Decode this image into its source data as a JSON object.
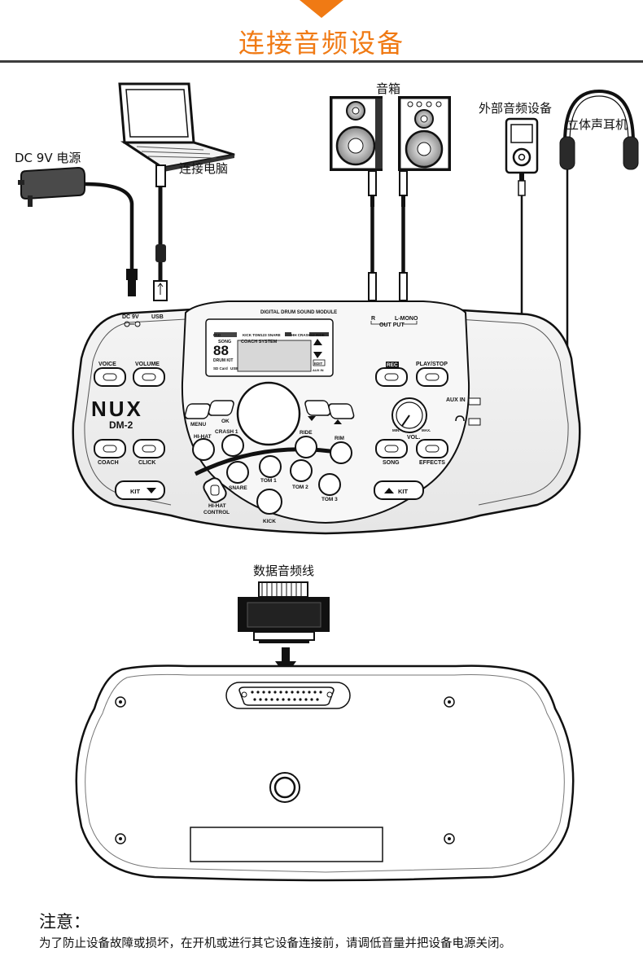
{
  "title": "连接音频设备",
  "labels": {
    "speakers": "音箱",
    "external_audio": "外部音频设备",
    "headphones": "立体声耳机",
    "power": "DC 9V 电源",
    "computer": "连接电脑",
    "data_cable": "数据音频线"
  },
  "device": {
    "module_title": "DIGITAL DRUM SOUND MODULE",
    "brand": "NUX",
    "model": "DM-2",
    "port_dc": "DC 9V",
    "port_usb": "USB",
    "port_r": "R",
    "port_l": "L-MONO",
    "port_output": "OUT PUT",
    "port_aux": "AUX IN",
    "vol_label": "VOL.",
    "vol_min": "MIN.",
    "vol_max": "MAX.",
    "buttons": {
      "voice": "VOICE",
      "volume": "VOLUME",
      "coach": "COACH",
      "click": "CLICK",
      "kit_down": "KIT",
      "kit_up": "KIT",
      "menu": "MENU",
      "ok": "OK",
      "rec": "REC",
      "play_stop": "PLAY/STOP",
      "song": "SONG",
      "effects": "EFFECTS"
    },
    "pads": {
      "crash1": "CRASH 1",
      "hihat": "HI-HAT",
      "ride": "RIDE",
      "rim": "RIM",
      "snare": "SNARE",
      "tom1": "TOM 1",
      "tom2": "TOM 2",
      "tom3": "TOM 3",
      "kick": "KICK",
      "hihat_control_1": "HI-HAT",
      "hihat_control_2": "CONTROL"
    },
    "lcd": {
      "top_row": "PAD",
      "top_row_right": "KICK TOM123 SNARE",
      "top_row_right2": "HH CRASH12 RIDE",
      "digits": "88",
      "song": "SONG",
      "drum_kit": "DRUM KIT",
      "coach_system": "COACH SYSTEM",
      "sd_card": "SD Card",
      "usb": "USB",
      "edit": "EDIT",
      "aux_in": "AUX IN"
    }
  },
  "note": {
    "title": "注意：",
    "text": "为了防止设备故障或损坏，在开机或进行其它设备连接前，请调低音量并把设备电源关闭。"
  }
}
